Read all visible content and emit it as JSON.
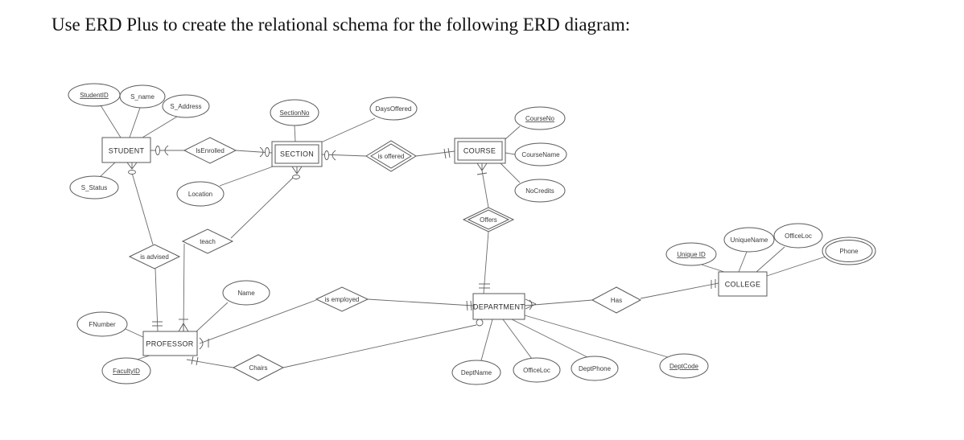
{
  "title": "Use ERD Plus to create the relational schema for the following ERD diagram:",
  "erd": {
    "entities": {
      "student": {
        "label": "STUDENT",
        "type": "strong"
      },
      "section": {
        "label": "SECTION",
        "type": "weak"
      },
      "course": {
        "label": "COURSE",
        "type": "weak"
      },
      "professor": {
        "label": "PROFESSOR",
        "type": "strong"
      },
      "department": {
        "label": "DEPARTMENT",
        "type": "strong"
      },
      "college": {
        "label": "COLLEGE",
        "type": "strong"
      }
    },
    "relationships": {
      "is_enrolled": {
        "label": "IsEnrolled",
        "type": "regular",
        "between": [
          "STUDENT",
          "SECTION"
        ]
      },
      "is_offered": {
        "label": "is offered",
        "type": "identifying",
        "between": [
          "SECTION",
          "COURSE"
        ]
      },
      "offers": {
        "label": "Offers",
        "type": "identifying",
        "between": [
          "COURSE",
          "DEPARTMENT"
        ]
      },
      "is_advised": {
        "label": "is advised",
        "type": "regular",
        "between": [
          "STUDENT",
          "PROFESSOR"
        ]
      },
      "teach": {
        "label": "teach",
        "type": "regular",
        "between": [
          "PROFESSOR",
          "SECTION"
        ]
      },
      "is_employed": {
        "label": "is employed",
        "type": "regular",
        "between": [
          "PROFESSOR",
          "DEPARTMENT"
        ]
      },
      "has": {
        "label": "Has",
        "type": "regular",
        "between": [
          "DEPARTMENT",
          "COLLEGE"
        ]
      },
      "chairs": {
        "label": "Chairs",
        "type": "regular",
        "between": [
          "PROFESSOR",
          "DEPARTMENT"
        ]
      }
    },
    "attributes": {
      "student_id": {
        "label": "StudentID",
        "owner": "STUDENT",
        "key": true
      },
      "s_name": {
        "label": "S_name",
        "owner": "STUDENT"
      },
      "s_address": {
        "label": "S_Address",
        "owner": "STUDENT"
      },
      "s_status": {
        "label": "S_Status",
        "owner": "STUDENT"
      },
      "section_no": {
        "label": "SectionNo",
        "owner": "SECTION",
        "key": true,
        "partial": true
      },
      "days_offered": {
        "label": "DaysOffered",
        "owner": "SECTION"
      },
      "location": {
        "label": "Location",
        "owner": "SECTION"
      },
      "course_no": {
        "label": "CourseNo",
        "owner": "COURSE",
        "key": true
      },
      "course_name": {
        "label": "CourseName",
        "owner": "COURSE"
      },
      "no_credits": {
        "label": "NoCredits",
        "owner": "COURSE"
      },
      "name": {
        "label": "Name",
        "owner": "PROFESSOR"
      },
      "f_number": {
        "label": "FNumber",
        "owner": "PROFESSOR"
      },
      "faculty_id": {
        "label": "FacultyID",
        "owner": "PROFESSOR",
        "key": true
      },
      "dept_name": {
        "label": "DeptName",
        "owner": "DEPARTMENT"
      },
      "office_loc_dept": {
        "label": "OfficeLoc",
        "owner": "DEPARTMENT"
      },
      "dept_phone": {
        "label": "DeptPhone",
        "owner": "DEPARTMENT"
      },
      "dept_code": {
        "label": "DeptCode",
        "owner": "DEPARTMENT",
        "key": true
      },
      "unique_id": {
        "label": "Unique ID",
        "owner": "COLLEGE",
        "key": true
      },
      "unique_name": {
        "label": "UniqueName",
        "owner": "COLLEGE"
      },
      "office_loc_college": {
        "label": "OfficeLoc",
        "owner": "COLLEGE"
      },
      "phone": {
        "label": "Phone",
        "owner": "COLLEGE",
        "multivalued": true
      }
    }
  }
}
